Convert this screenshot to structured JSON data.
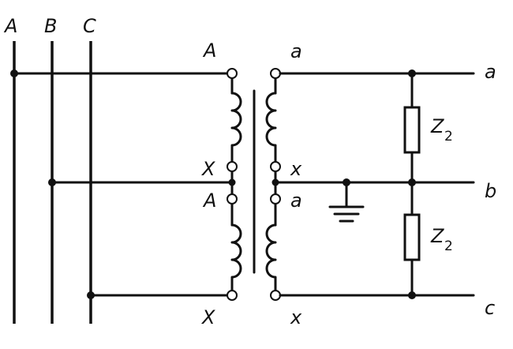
{
  "bus_labels": {
    "a": "A",
    "b": "B",
    "c": "C"
  },
  "primary": {
    "top_start": "A",
    "top_end": "X",
    "bottom_start": "A",
    "bottom_end": "X"
  },
  "secondary": {
    "top_start": "a",
    "top_end": "x",
    "bottom_start": "a",
    "bottom_end": "x"
  },
  "outputs": {
    "a": "a",
    "b": "b",
    "c": "c"
  },
  "loads": {
    "z_top": "Z",
    "z_top_sub": "2",
    "z_bottom": "Z",
    "z_bottom_sub": "2"
  }
}
